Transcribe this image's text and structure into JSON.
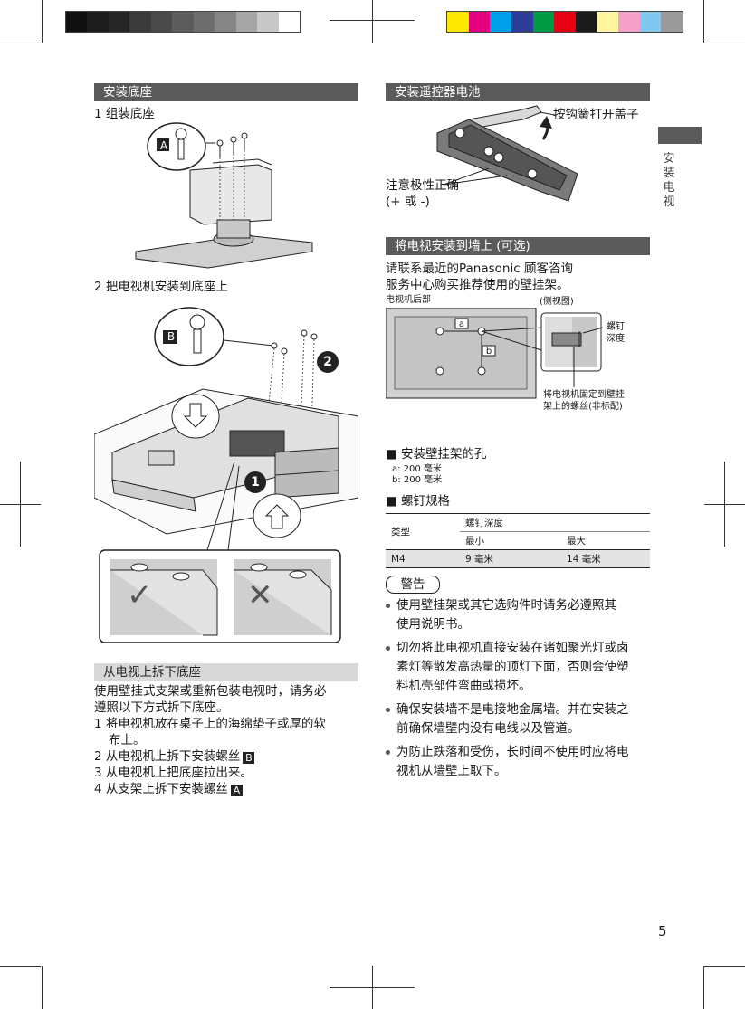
{
  "side_tab": {
    "text": "安装电视"
  },
  "page_number": "5",
  "stand": {
    "title": "安装底座",
    "step1": "1  组装底座",
    "step2": "2  把电视机安装到底座上",
    "label_a": "A",
    "label_b": "B",
    "num_1": "1",
    "num_2": "2",
    "good_mark": "✓",
    "bad_mark": "✕"
  },
  "battery": {
    "title": "安装遥控器电池",
    "hook_label": "按钩簧打开盖子",
    "polarity_label": "注意极性正确",
    "polarity_sub": "(+ 或 -)"
  },
  "wall": {
    "title": "将电视安装到墙上 (可选)",
    "intro_line1": "请联系最近的Panasonic  顾客咨询",
    "intro_line2": "服务中心购买推荐使用的壁挂架。",
    "back_label": "电视机后部",
    "side_view_label": "(侧视图)",
    "dim_a": "a",
    "dim_b": "b",
    "screw_depth_label_1": "螺钉",
    "screw_depth_label_2": "深度",
    "screw_note_1": "将电视机固定到壁挂",
    "screw_note_2": "架上的螺丝(非标配)",
    "holes_title": "■ 安装壁挂架的孔",
    "hole_a": "a: 200 毫米",
    "hole_b": "b: 200 毫米",
    "screw_spec_title": "■ 螺钉规格",
    "table": {
      "col_type": "类型",
      "col_depth": "螺钉深度",
      "col_min": "最小",
      "col_max": "最大",
      "row_type": "M4",
      "row_min": "9 毫米",
      "row_max": "14 毫米"
    }
  },
  "remove": {
    "title": "从电视上拆下底座",
    "intro_line1": "使用壁挂式支架或重新包装电视时，请务必",
    "intro_line2": "遵照以下方式拆下底座。",
    "step1_line1": "1  将电视机放在桌子上的海绵垫子或厚的软",
    "step1_line2": "布上。",
    "step2": "2  从电视机上拆下安装螺丝",
    "step2_tag": "B",
    "step3": "3  从电视机上把底座拉出来。",
    "step4": "4  从支架上拆下安装螺丝",
    "step4_tag": "A"
  },
  "warning": {
    "title": "警告",
    "items": [
      [
        "使用壁挂架或其它选购件时请务必遵照其",
        "使用说明书。"
      ],
      [
        "切勿将此电视机直接安装在诸如聚光灯或卤",
        "素灯等散发高热量的顶灯下面，否则会使塑",
        "料机壳部件弯曲或损坏。"
      ],
      [
        "确保安装墙不是电接地金属墙。并在安装之",
        "前确保墙壁内没有电线以及管道。"
      ],
      [
        "为防止跌落和受伤，长时间不使用时应将电",
        "视机从墙壁上取下。"
      ]
    ]
  },
  "colors": {
    "header_dark": "#5a5a5a",
    "header_light": "#d8d8d8",
    "gray_bars": [
      "#101010",
      "#1c1c1c",
      "#262626",
      "#3a3a3a",
      "#4a4a4a",
      "#5c5c5c",
      "#6e6e6e",
      "#858585",
      "#a5a5a5",
      "#c8c8c8",
      "#ffffff"
    ],
    "color_bars": [
      "#ffe800",
      "#e4007f",
      "#00a0e9",
      "#2c3e98",
      "#009944",
      "#e60012",
      "#1a1a1a",
      "#fff5a0",
      "#f4a0c8",
      "#80c8f0",
      "#9a9a9a"
    ]
  }
}
